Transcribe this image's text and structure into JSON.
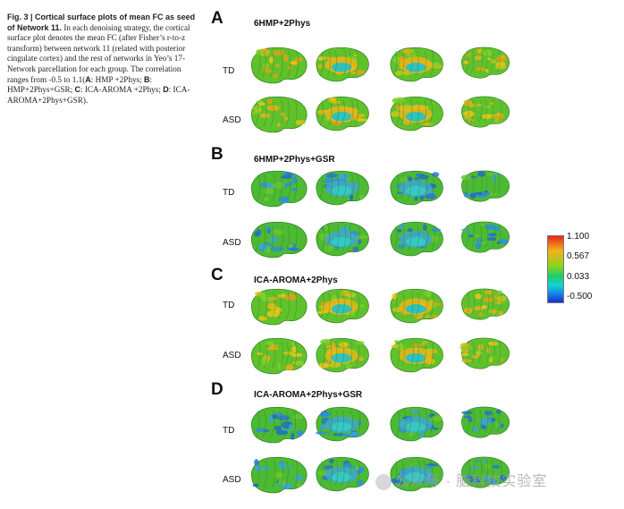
{
  "caption": {
    "lead": "Fig. 3 | Cortical surface plots of mean FC as seed of Network 11.",
    "body_1": " In each denoising strategy, the cortical surface plot denotes the mean FC (after Fisher’s r-to-z transform) between network 11 (related with posterior cingulate cortex) and the rest of networks in Yeo’s 17-Network parcellation for each group. The correlation ranges from -0.5 to 1.1(",
    "A": "A",
    "A_text": ": HMP +2Phys; ",
    "B": "B",
    "B_text": ": HMP+2Phys+GSR; ",
    "C": "C",
    "C_text": ": ICA-AROMA +2Phys; ",
    "D": "D",
    "D_text": ": ICA-AROMA+2Phys+GSR)."
  },
  "panels": [
    {
      "letter": "A",
      "title": "6HMP+2Phys",
      "rows": [
        "TD",
        "ASD"
      ],
      "scheme": "warm"
    },
    {
      "letter": "B",
      "title": "6HMP+2Phys+GSR",
      "rows": [
        "TD",
        "ASD"
      ],
      "scheme": "cool"
    },
    {
      "letter": "C",
      "title": "ICA-AROMA+2Phys",
      "rows": [
        "TD",
        "ASD"
      ],
      "scheme": "warm"
    },
    {
      "letter": "D",
      "title": "ICA-AROMA+2Phys+GSR",
      "rows": [
        "TD",
        "ASD"
      ],
      "scheme": "cool"
    }
  ],
  "colorbar": {
    "ticks": [
      "1.100",
      "0.567",
      "0.033",
      "-0.500"
    ],
    "colors": {
      "high": "#e8251d",
      "mid_high": "#8ed41b",
      "mid_low": "#16d1d4",
      "low": "#1d2bd6"
    }
  },
  "watermark": {
    "text": "公众号 · 脑科技实验室",
    "icon": "wechat-icon"
  }
}
